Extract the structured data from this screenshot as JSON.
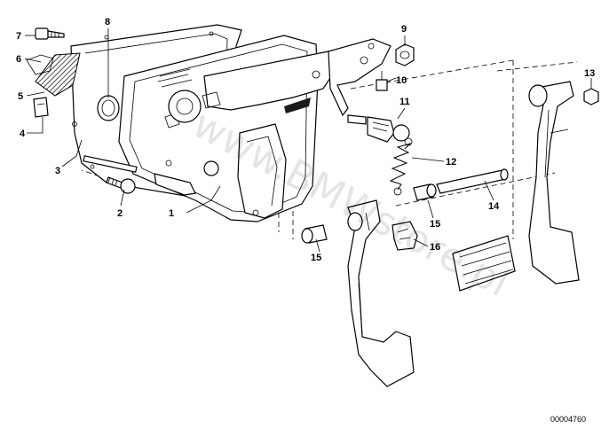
{
  "diagram": {
    "callouts": [
      {
        "id": "c1",
        "label": "1"
      },
      {
        "id": "c2",
        "label": "2"
      },
      {
        "id": "c3",
        "label": "3"
      },
      {
        "id": "c4",
        "label": "4"
      },
      {
        "id": "c5",
        "label": "5"
      },
      {
        "id": "c6",
        "label": "6"
      },
      {
        "id": "c7",
        "label": "7"
      },
      {
        "id": "c8",
        "label": "8"
      },
      {
        "id": "c9",
        "label": "9"
      },
      {
        "id": "c10",
        "label": "10"
      },
      {
        "id": "c11",
        "label": "11"
      },
      {
        "id": "c12",
        "label": "12"
      },
      {
        "id": "c13",
        "label": "13"
      },
      {
        "id": "c14",
        "label": "14"
      },
      {
        "id": "c15a",
        "label": "15"
      },
      {
        "id": "c15b",
        "label": "15"
      },
      {
        "id": "c16",
        "label": "16"
      }
    ],
    "document_number": "00004760",
    "watermark": "www.BMWstore.pl"
  }
}
